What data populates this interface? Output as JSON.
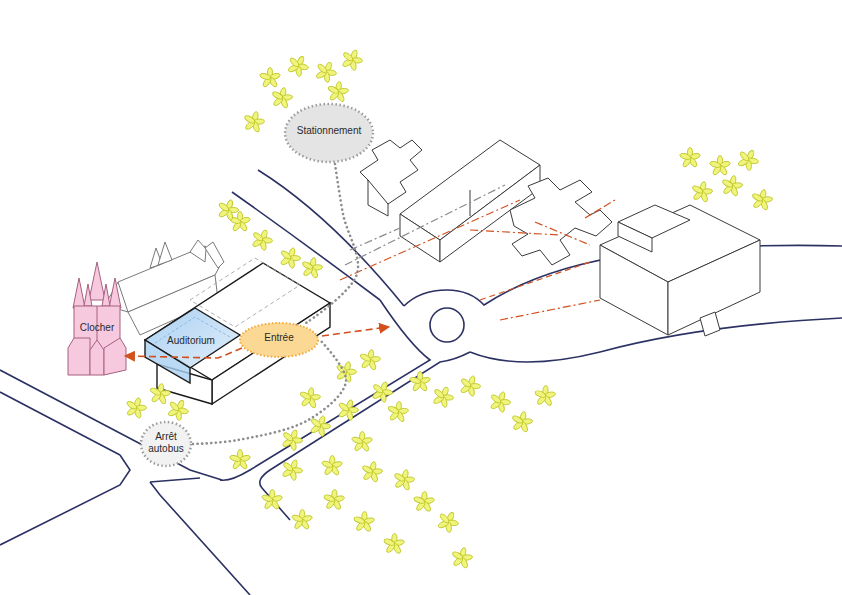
{
  "diagram": {
    "nodes": [
      {
        "text": [
          "Stationnement"
        ]
      },
      {
        "text": [
          "Clocher"
        ]
      },
      {
        "text": [
          "Auditorium"
        ]
      },
      {
        "text": [
          "Entrée"
        ]
      },
      {
        "text": [
          "Arrêt autobus"
        ]
      }
    ],
    "edges": [
      {
        "from": 3,
        "to": 1,
        "arrow": "to"
      },
      {
        "from": 0,
        "to": 3,
        "arrow": "none"
      },
      {
        "from": 4,
        "to": 3,
        "arrow": "none"
      }
    ]
  }
}
